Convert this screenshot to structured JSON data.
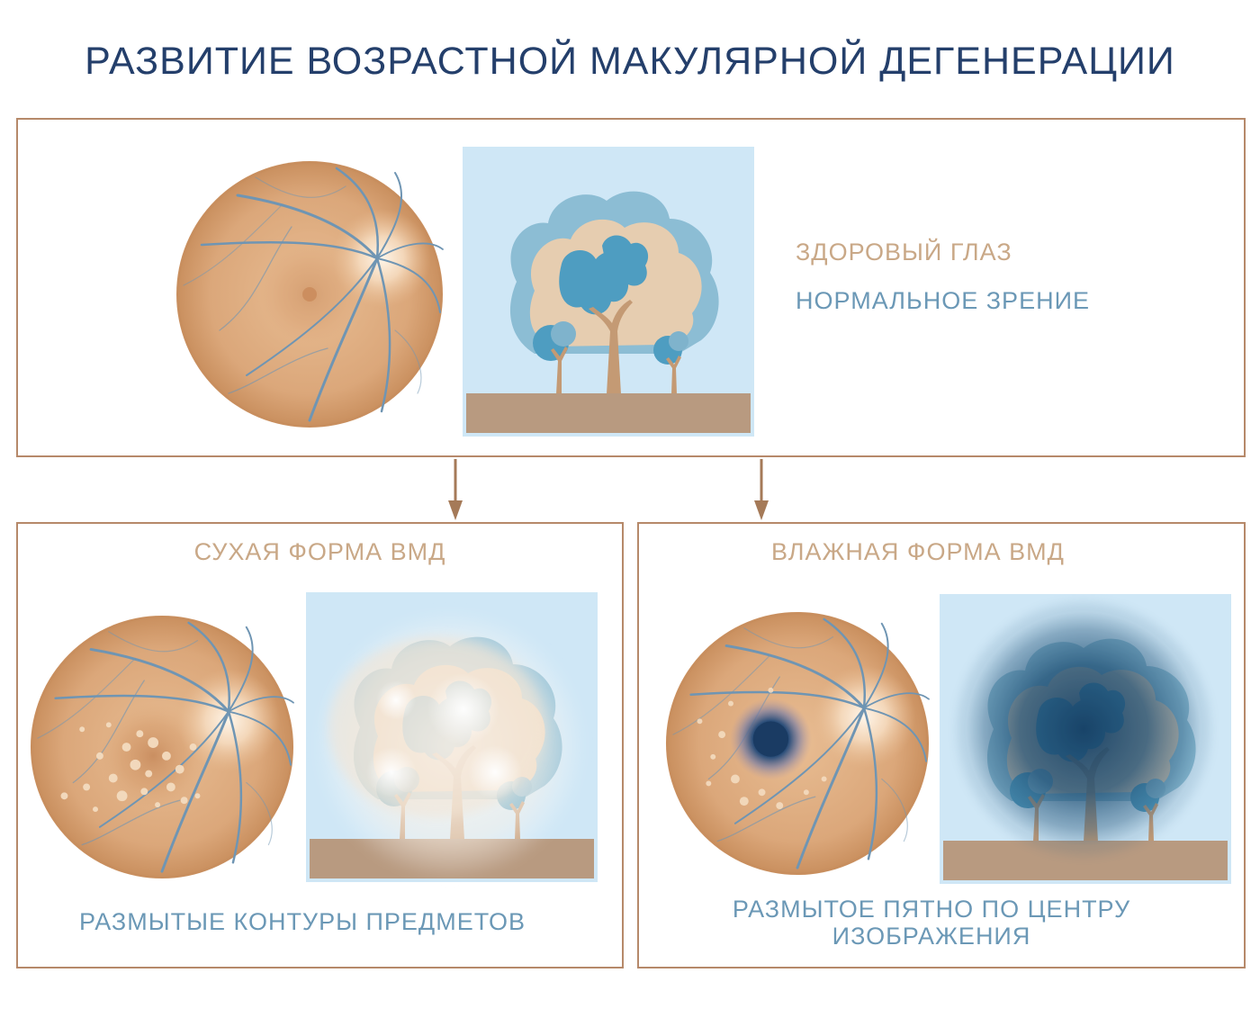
{
  "title": "РАЗВИТИЕ ВОЗРАСТНОЙ МАКУЛЯРНОЙ ДЕГЕНЕРАЦИИ",
  "colors": {
    "title": "#243f6b",
    "frame": "#b6896a",
    "label_tan": "#c9a887",
    "label_blue": "#6b98b6",
    "retina": "#d9a679",
    "vessel": "#6f95b3",
    "sky": "#cfe7f6",
    "ground": "#b89a80"
  },
  "top": {
    "line1": "ЗДОРОВЫЙ ГЛАЗ",
    "line2": "НОРМАЛЬНОЕ ЗРЕНИЕ"
  },
  "dry": {
    "title": "СУХАЯ ФОРМА ВМД",
    "caption": "РАЗМЫТЫЕ КОНТУРЫ ПРЕДМЕТОВ"
  },
  "wet": {
    "title": "ВЛАЖНАЯ ФОРМА ВМД",
    "caption_line1": "РАЗМЫТОЕ ПЯТНО ПО ЦЕНТРУ",
    "caption_line2": "ИЗОБРАЖЕНИЯ"
  }
}
